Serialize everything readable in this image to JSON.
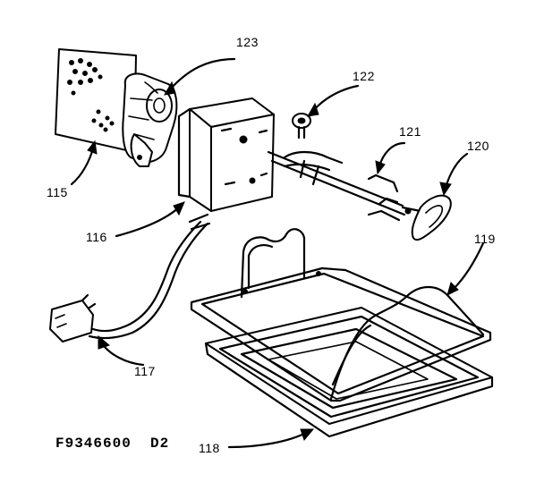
{
  "diagram": {
    "model_code": "F9346600  D2",
    "parts": {
      "p115": "115",
      "p116": "116",
      "p117": "117",
      "p118": "118",
      "p119": "119",
      "p120": "120",
      "p121": "121",
      "p122": "122",
      "p123": "123"
    }
  }
}
